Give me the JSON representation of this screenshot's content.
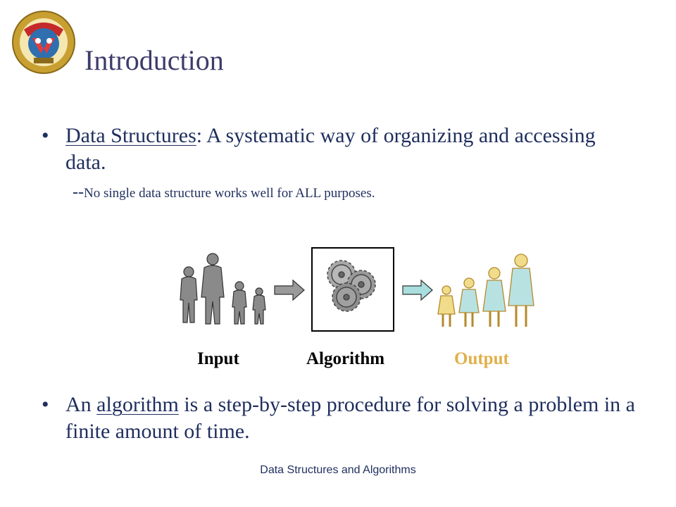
{
  "slide": {
    "title": "Introduction",
    "bullet1": {
      "term": "Data Structures",
      "text": ": A systematic way of organizing and accessing data."
    },
    "note": {
      "dashes": "--",
      "text": "No single data structure works well for ALL purposes."
    },
    "diagram": {
      "input_label": "Input",
      "algorithm_label": "Algorithm",
      "output_label": "Output",
      "output_color": "#e0b04a",
      "input_icon": "people-icon",
      "algorithm_icon": "gears-icon",
      "output_icon": "children-icon"
    },
    "bullet2": {
      "prefix": "An ",
      "term": "algorithm",
      "text": " is a step-by-step procedure for solving a problem in a finite amount of time."
    },
    "footer": "Data Structures and Algorithms",
    "logo_icon": "university-seal-icon"
  }
}
